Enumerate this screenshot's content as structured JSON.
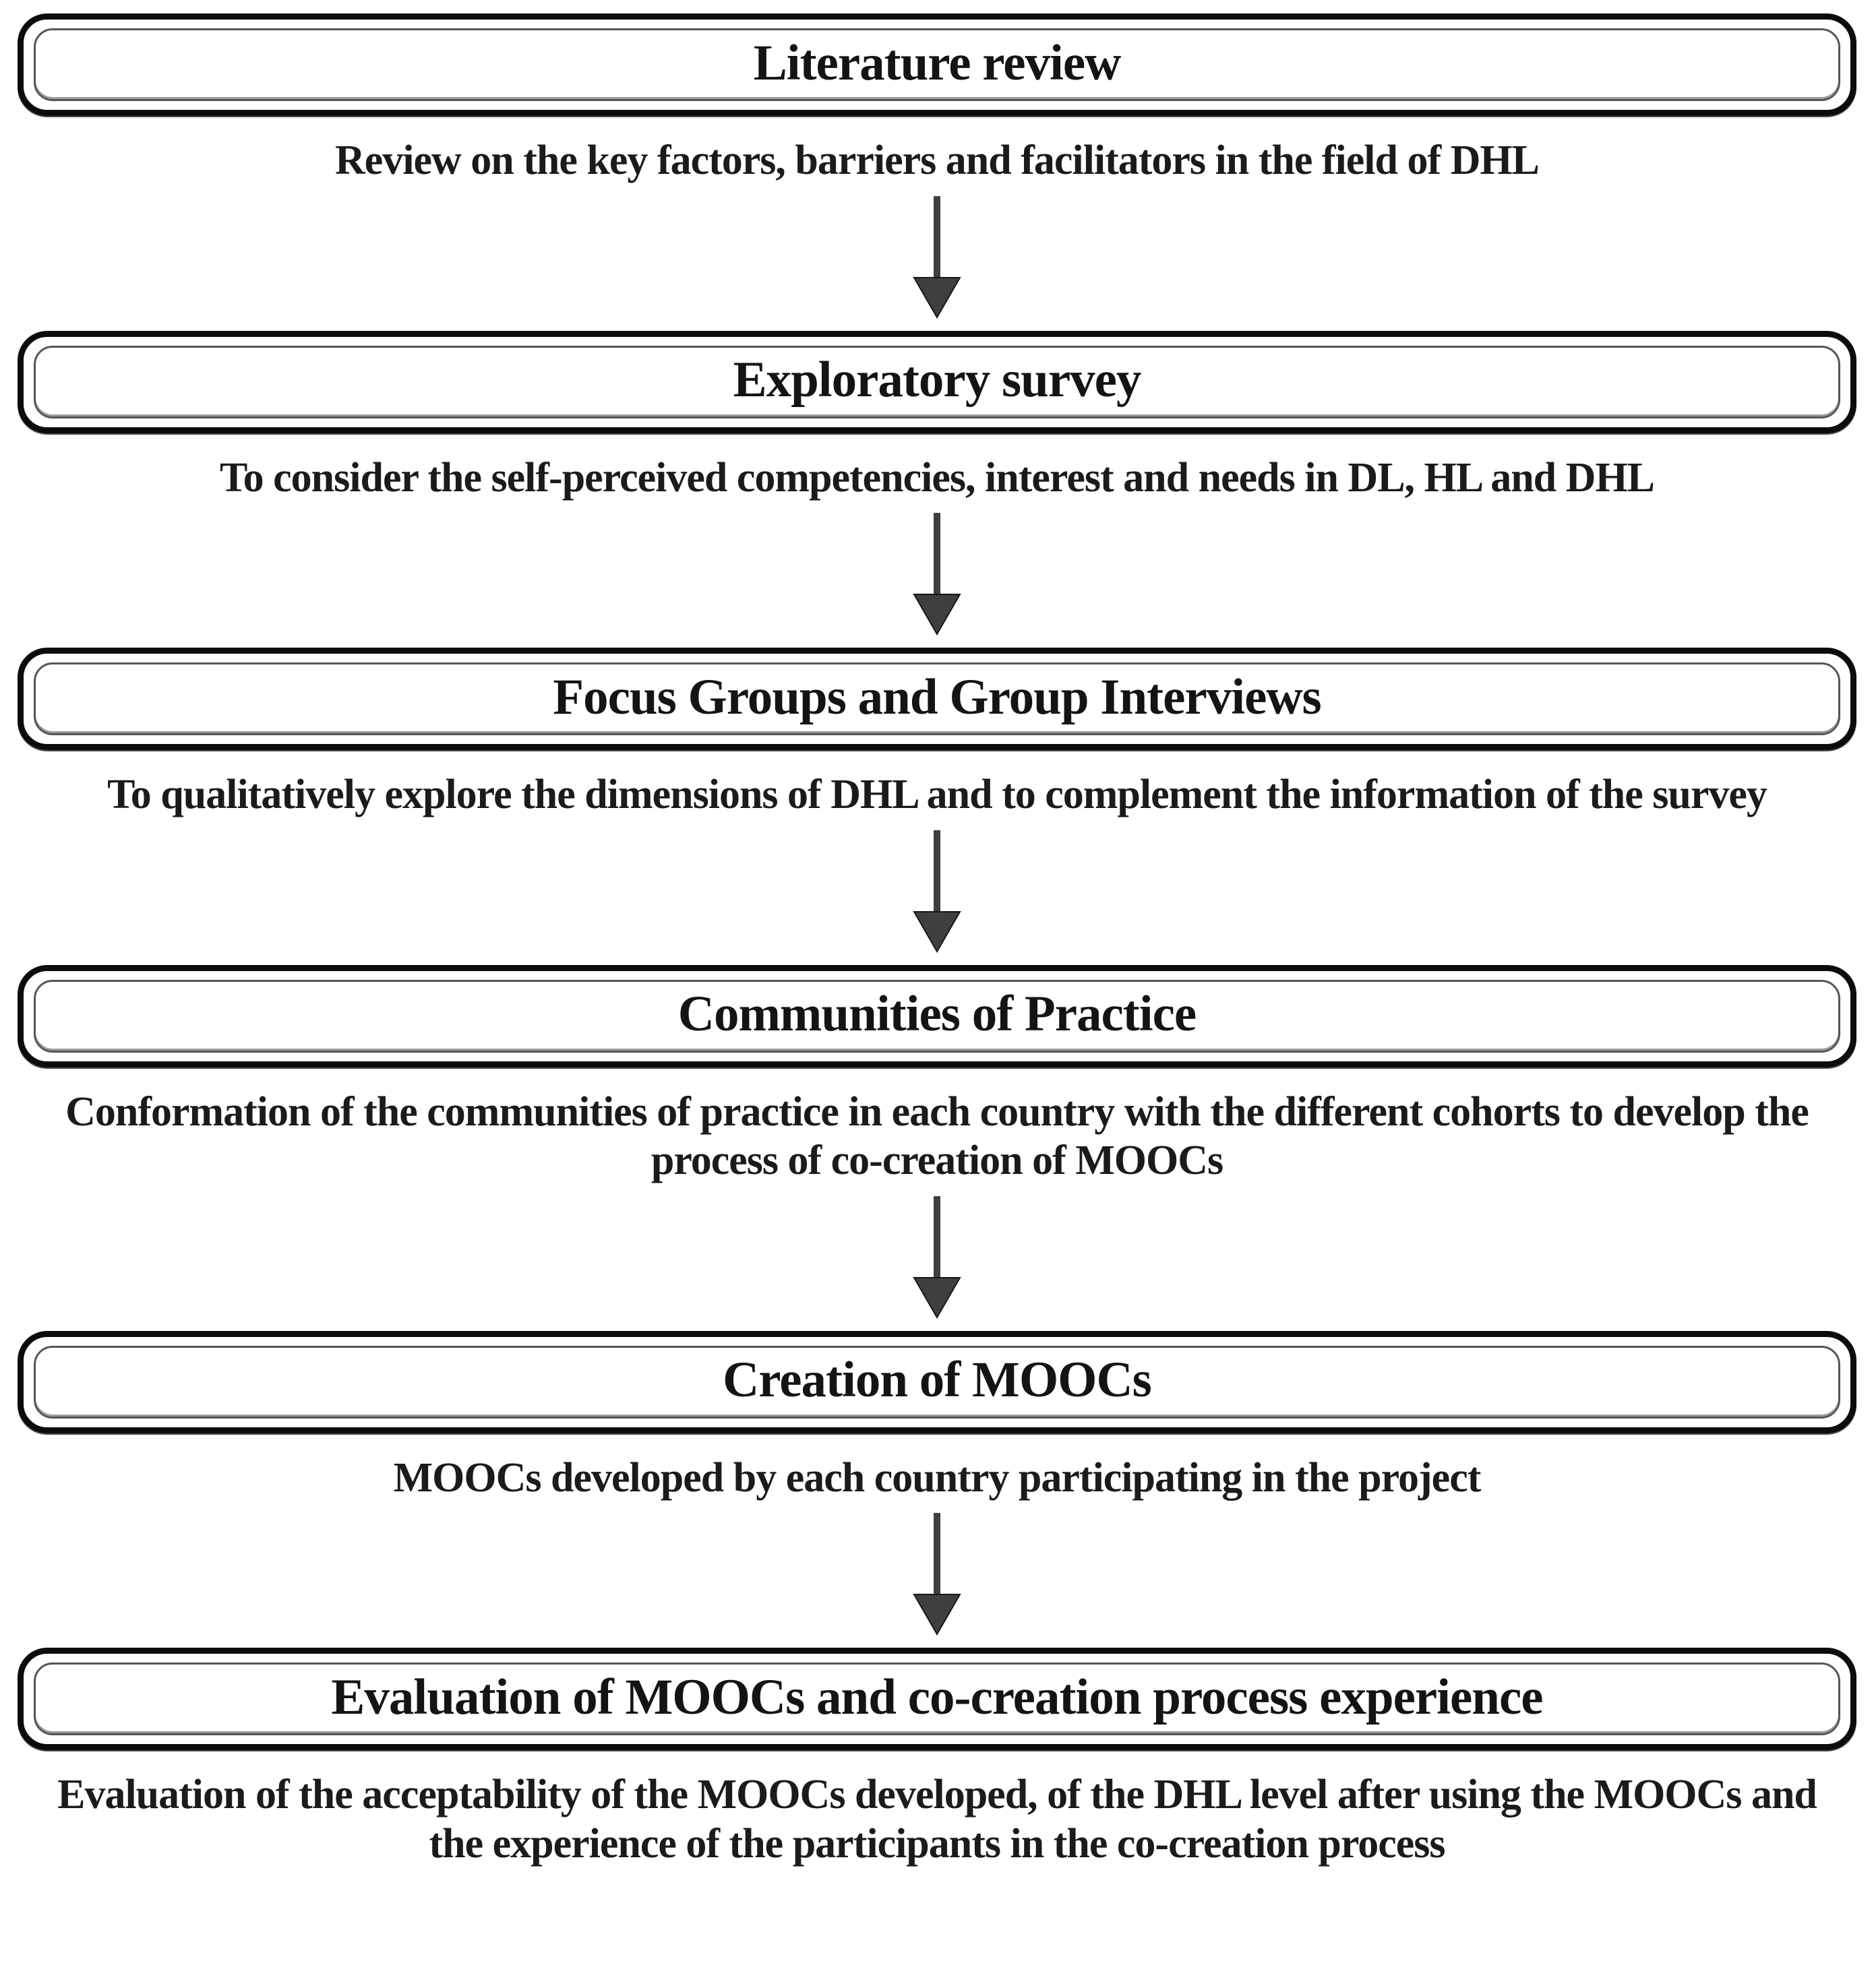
{
  "diagram": {
    "type": "flowchart",
    "orientation": "vertical",
    "colors": {
      "background": "#ffffff",
      "box_border_outer": "#0c0c0c",
      "box_border_inner": "#565656",
      "text": "#141414",
      "arrow": "#3f3f3f"
    },
    "connector_icon": "down-arrow",
    "stages": [
      {
        "label": "Literature review",
        "description": "Review on the key factors, barriers and facilitators in the field of DHL"
      },
      {
        "label": "Exploratory survey",
        "description": "To consider the self-perceived competencies, interest and needs in DL, HL and DHL"
      },
      {
        "label": "Focus Groups and Group Interviews",
        "description": "To qualitatively explore the dimensions of DHL and to complement the information of the survey"
      },
      {
        "label": "Communities of Practice",
        "description": "Conformation of the communities of practice in each country with the different cohorts to develop the process of co-creation of MOOCs"
      },
      {
        "label": "Creation of MOOCs",
        "description": "MOOCs developed by each country participating in the project"
      },
      {
        "label": "Evaluation of MOOCs and co-creation process experience",
        "description": "Evaluation of the acceptability of the MOOCs developed, of the DHL level after using the MOOCs and the experience of the participants in the co-creation process"
      }
    ]
  }
}
